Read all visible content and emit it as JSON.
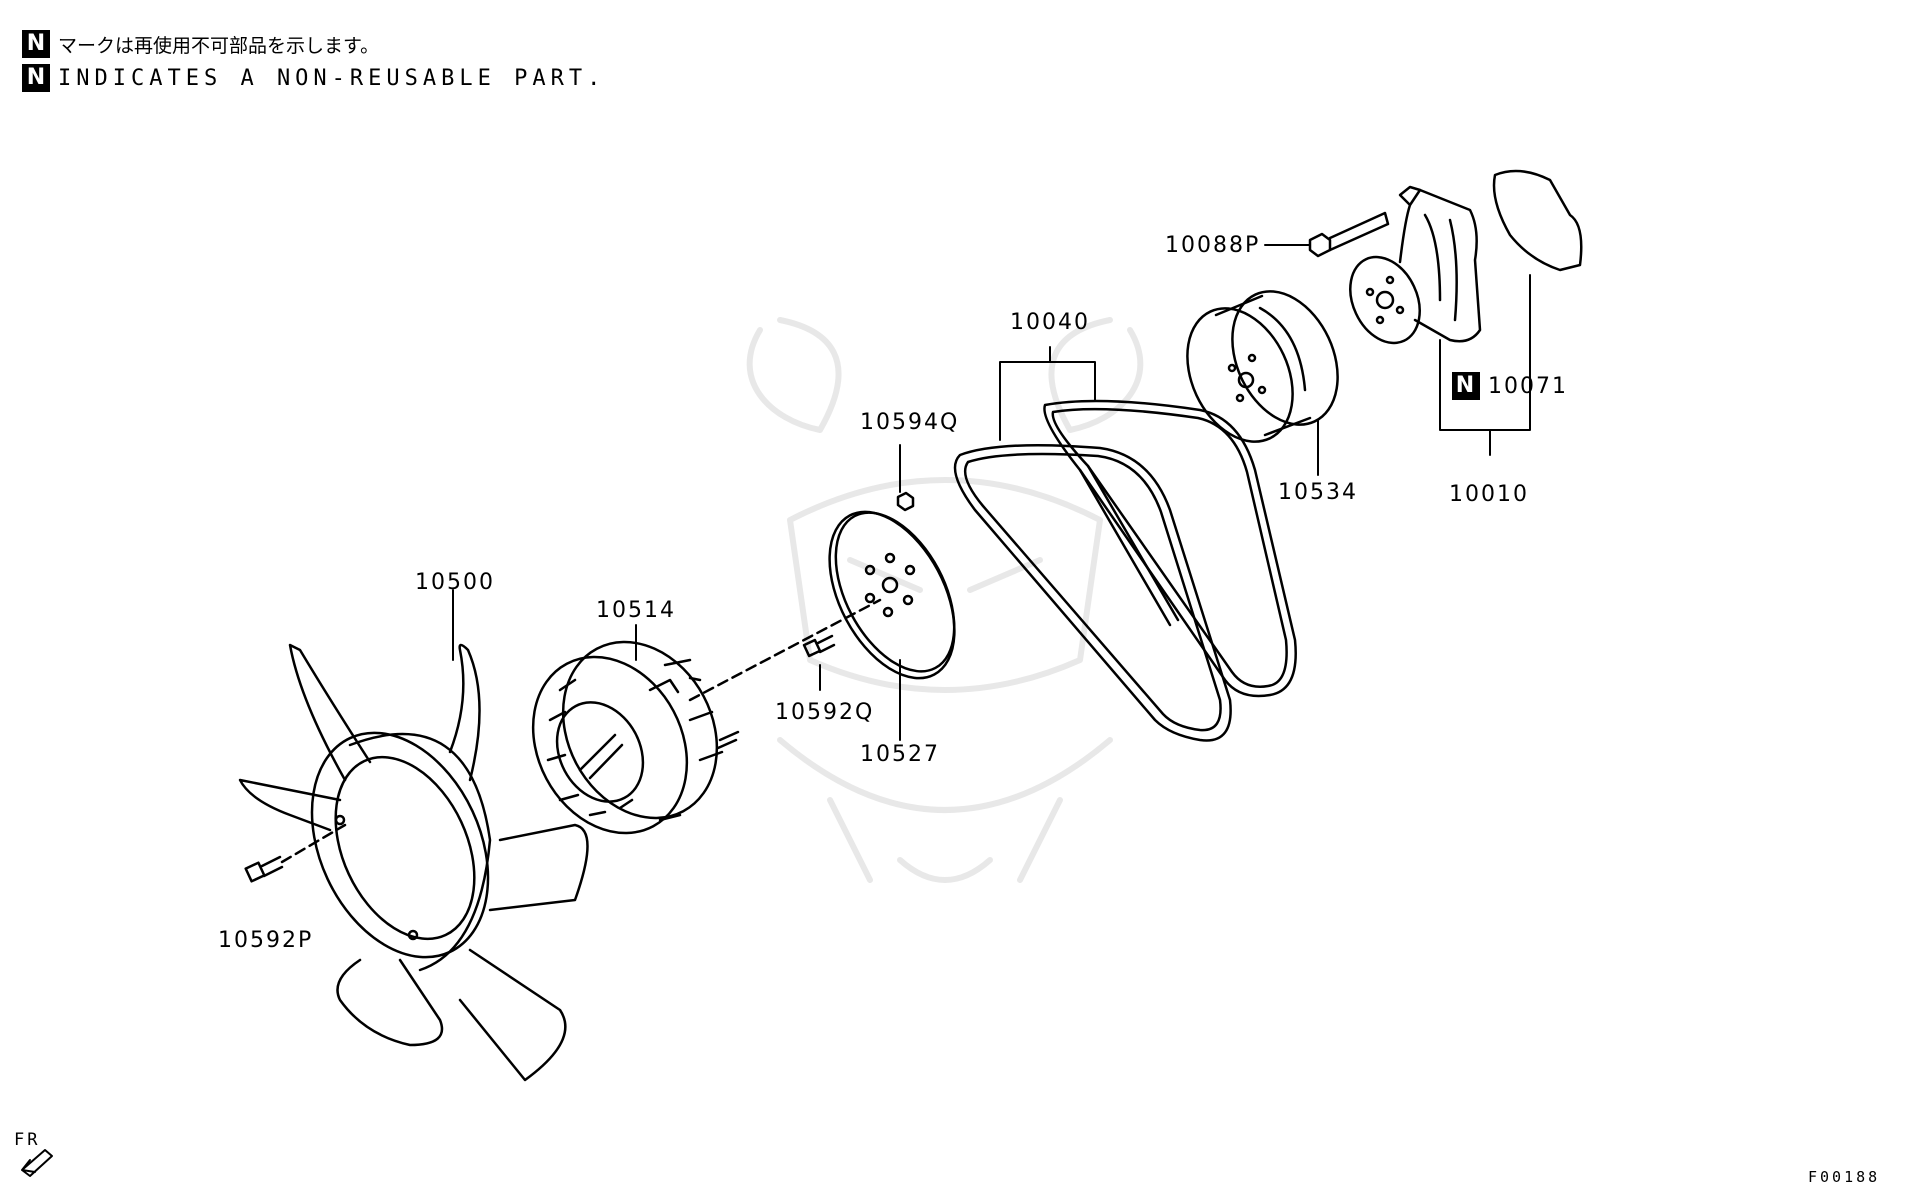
{
  "legend": {
    "mark": "N",
    "japanese": "マークは再使用不可部品を示します。",
    "english": "INDICATES A NON-REUSABLE PART."
  },
  "parts": {
    "p10088P": "10088P",
    "p10040": "10040",
    "p10594Q": "10594Q",
    "p10534": "10534",
    "p10071": "10071",
    "p10010": "10010",
    "p10500": "10500",
    "p10514": "10514",
    "p10592Q": "10592Q",
    "p10527": "10527",
    "p10592P": "10592P"
  },
  "footer": {
    "front_label": "FR",
    "figure_code": "F00188"
  }
}
